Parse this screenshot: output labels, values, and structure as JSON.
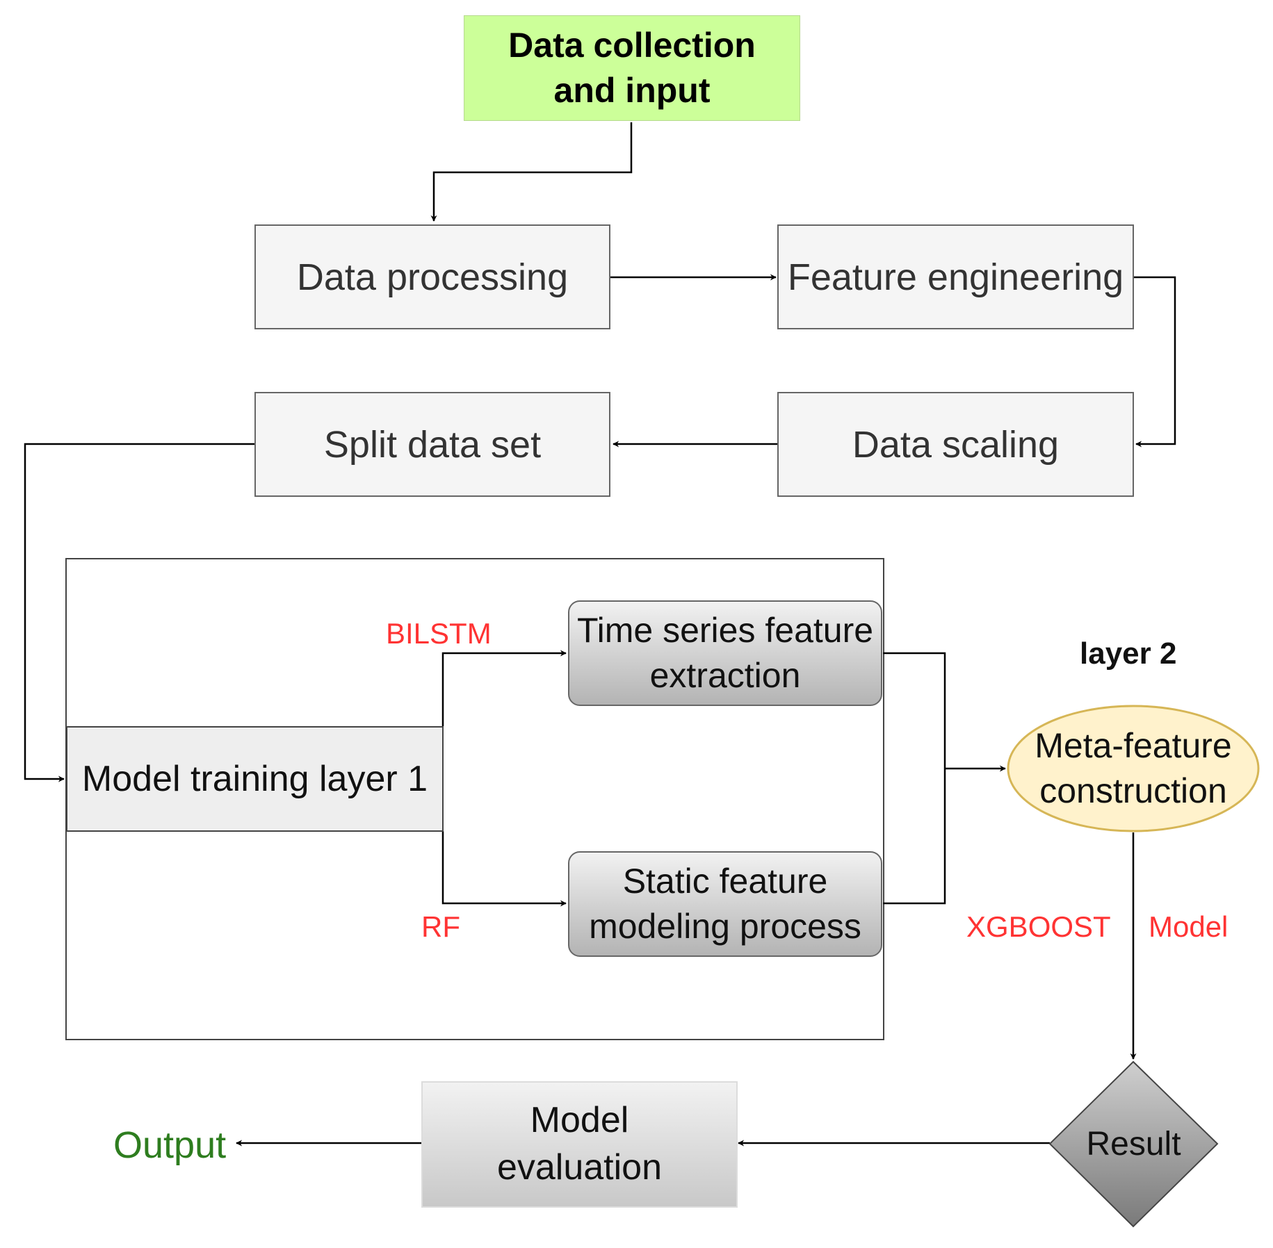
{
  "nodes": {
    "data_collection": "Data collection and input",
    "data_processing": "Data processing",
    "feature_engineering": "Feature engineering",
    "split_data_set": "Split data set",
    "data_scaling": "Data scaling",
    "model_training_layer1": "Model training layer 1",
    "time_series": "Time series feature extraction",
    "static_feature": "Static feature modeling process",
    "meta_feature": "Meta-feature construction",
    "result": "Result",
    "model_evaluation": "Model evaluation"
  },
  "labels": {
    "bilstm": "BILSTM",
    "rf": "RF",
    "layer2": "layer 2",
    "xgboost": "XGBOOST",
    "model": "Model",
    "output": "Output"
  },
  "colors": {
    "start_fill": "#ccff99",
    "flat_fill": "#f5f5f5",
    "border": "#666666",
    "meta_fill": "#fff2cc",
    "meta_border": "#d6b656",
    "red_label": "#ff3333",
    "green_label": "#2e7d1f"
  }
}
